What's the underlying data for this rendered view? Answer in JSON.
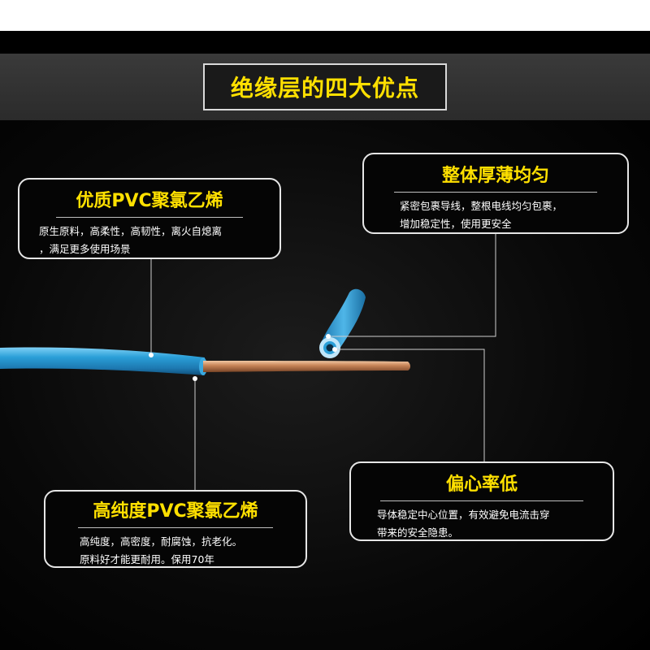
{
  "title": "绝缘层的四大优点",
  "callouts": {
    "pvc": {
      "heading": "优质PVC聚氯乙烯",
      "line1": "原生原料，高柔性，高韧性，离火自熄离",
      "line2": "，满足更多使用场景"
    },
    "uniform": {
      "heading": "整体厚薄均匀",
      "line1": "紧密包裹导线，整根电线均匀包裹，",
      "line2": "增加稳定性，使用更安全"
    },
    "purity": {
      "heading": "高纯度PVC聚氯乙烯",
      "line1": "高纯度，高密度，耐腐蚀，抗老化。",
      "line2": "原料好才能更耐用。保用70年"
    },
    "eccentric": {
      "heading": "偏心率低",
      "line1": "导体稳定中心位置，有效避免电流击穿",
      "line2": "带来的安全隐患。"
    }
  },
  "colors": {
    "accent": "#ffe000",
    "insulation": "#2a9fd8",
    "copper": "#c9865a"
  }
}
